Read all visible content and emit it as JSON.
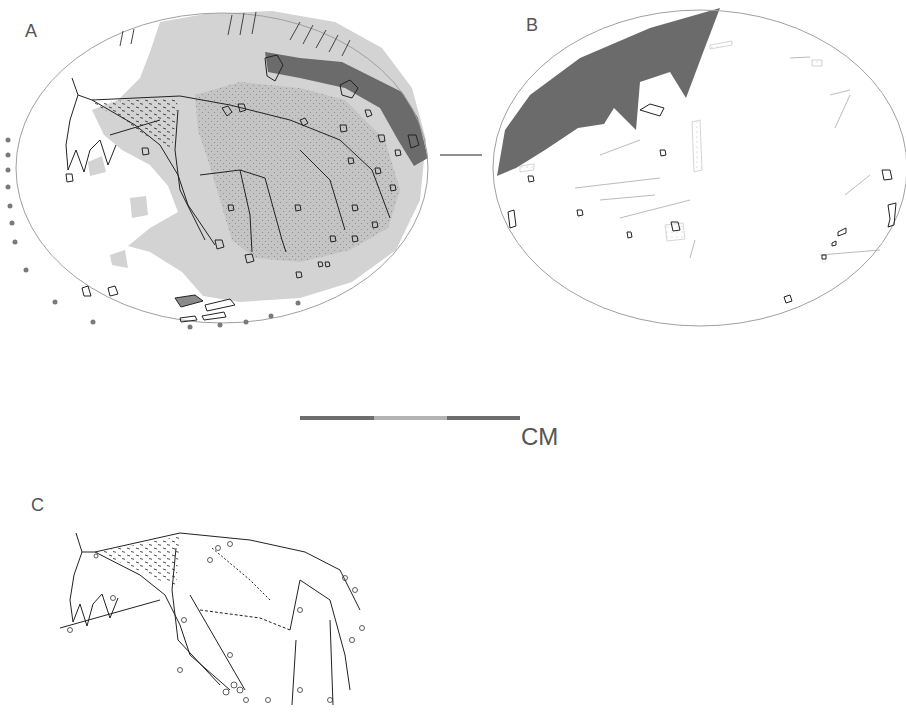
{
  "diagram": {
    "labels": [
      "A",
      "B",
      "C",
      "CM"
    ]
  }
}
